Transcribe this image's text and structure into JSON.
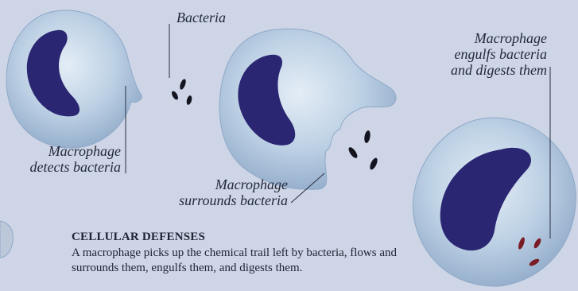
{
  "labels": {
    "bacteria": "Bacteria",
    "engulfs": [
      "Macrophage",
      "engulfs bacteria",
      "and digests them"
    ],
    "detects": [
      "Macrophage",
      "detects bacteria"
    ],
    "surrounds": [
      "Macrophage",
      "surrounds bacteria"
    ]
  },
  "caption": {
    "title": "CELLULAR DEFENSES",
    "body": "A macrophage picks up the chemical trail left by bacteria, flows and surrounds them, engulfs them, and digests them."
  },
  "colors": {
    "background": "#cdd5e6",
    "cytoplasm": "#b2c8df",
    "cytoplasm_edge": "#8fa9c8",
    "nucleus": "#2a2672",
    "bacteria": "#141420",
    "digested_bacteria": "#7a1b24"
  }
}
